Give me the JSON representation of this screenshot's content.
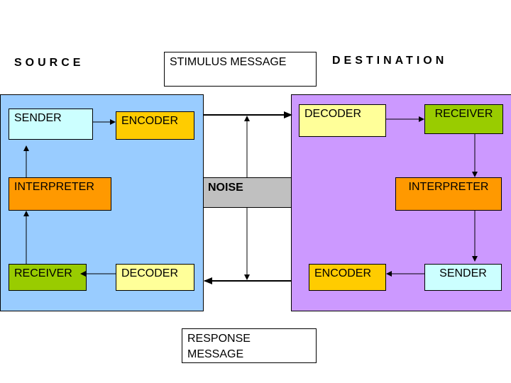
{
  "headings": {
    "source": "SOURCE",
    "destination": "DESTINATION"
  },
  "messages": {
    "stimulus": "STIMULUS MESSAGE",
    "response": "RESPONSE MESSAGE"
  },
  "noise": "NOISE",
  "source_panel": {
    "sender": "SENDER",
    "encoder": "ENCODER",
    "interpreter": "INTERPRETER",
    "receiver": "RECEIVER",
    "decoder": "DECODER"
  },
  "destination_panel": {
    "decoder": "DECODER",
    "receiver": "RECEIVER",
    "interpreter": "INTERPRETER",
    "encoder": "ENCODER",
    "sender": "SENDER"
  },
  "colors": {
    "source_panel": "#99ccff",
    "destination_panel": "#cc99ff",
    "noise_band": "#c0c0c0",
    "sender": "#ccffff",
    "encoder": "#ffcc00",
    "interpreter": "#ff9900",
    "receiver": "#99cc00",
    "decoder": "#ffff99"
  }
}
